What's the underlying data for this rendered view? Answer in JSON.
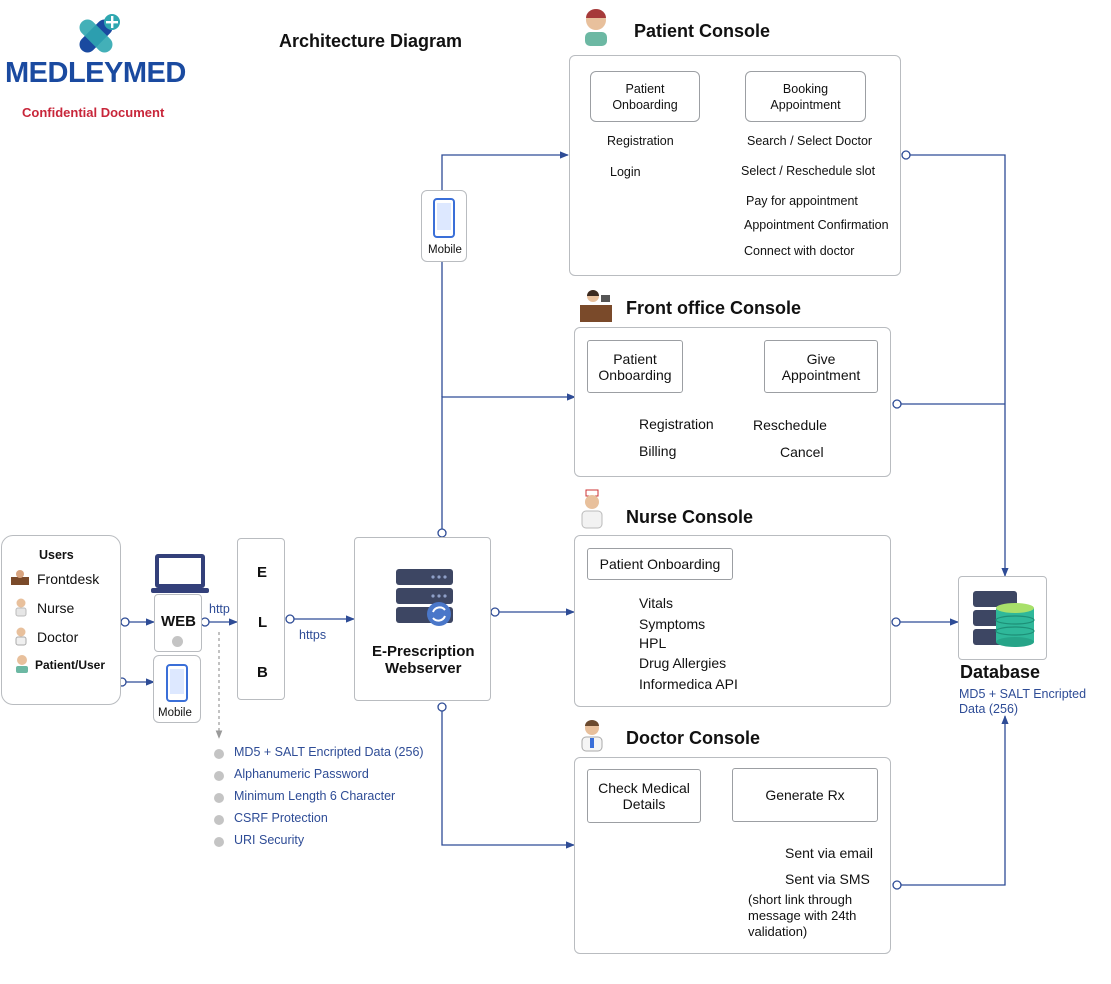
{
  "brand": {
    "name_part1": "MEDLEY",
    "name_part2": "MED",
    "confidential": "Confidential Document"
  },
  "page_title": "Architecture Diagram",
  "users": {
    "heading": "Users",
    "items": [
      "Frontdesk",
      "Nurse",
      "Doctor",
      "Patient/User"
    ]
  },
  "web": {
    "label": "WEB",
    "http": "http",
    "mobile": "Mobile"
  },
  "elb": {
    "letters": [
      "E",
      "L",
      "B"
    ],
    "https": "https"
  },
  "webserver": {
    "line1": "E-Prescription",
    "line2": "Webserver"
  },
  "mobile_top": "Mobile",
  "security_list": [
    "MD5 + SALT Encripted Data (256)",
    "Alphanumeric Password",
    "Minimum Length 6 Character",
    "CSRF Protection",
    "URI Security"
  ],
  "patient_console": {
    "title": "Patient Console",
    "onboarding": "Patient Onboarding",
    "booking": "Booking Appointment",
    "left_items": [
      "Registration",
      "Login"
    ],
    "right_items": [
      "Search / Select Doctor",
      "Select / Reschedule slot",
      "Pay for appointment",
      "Appointment Confirmation",
      "Connect with doctor"
    ]
  },
  "front_console": {
    "title": "Front office Console",
    "onboarding": "Patient Onboarding",
    "give": "Give Appointment",
    "left_items": [
      "Registration",
      "Billing"
    ],
    "right_items": [
      "Reschedule",
      "Cancel"
    ]
  },
  "nurse_console": {
    "title": "Nurse Console",
    "onboarding": "Patient Onboarding",
    "items": [
      "Vitals",
      "Symptoms",
      "HPL",
      "Drug Allergies",
      "Informedica API"
    ]
  },
  "doctor_console": {
    "title": "Doctor Console",
    "check": "Check Medical Details",
    "generate": "Generate Rx",
    "items": [
      "Sent via email",
      "Sent via SMS"
    ],
    "note": "(short link through message with 24th validation)"
  },
  "database": {
    "title": "Database",
    "subtitle": "MD5 + SALT Encripted Data (256)"
  },
  "colors": {
    "connector": "#2e4c96",
    "box_border": "#b9bcc0",
    "brand_blue": "#1a4aa0",
    "brand_red": "#c8263a",
    "brand_teal": "#2fa7b0"
  }
}
